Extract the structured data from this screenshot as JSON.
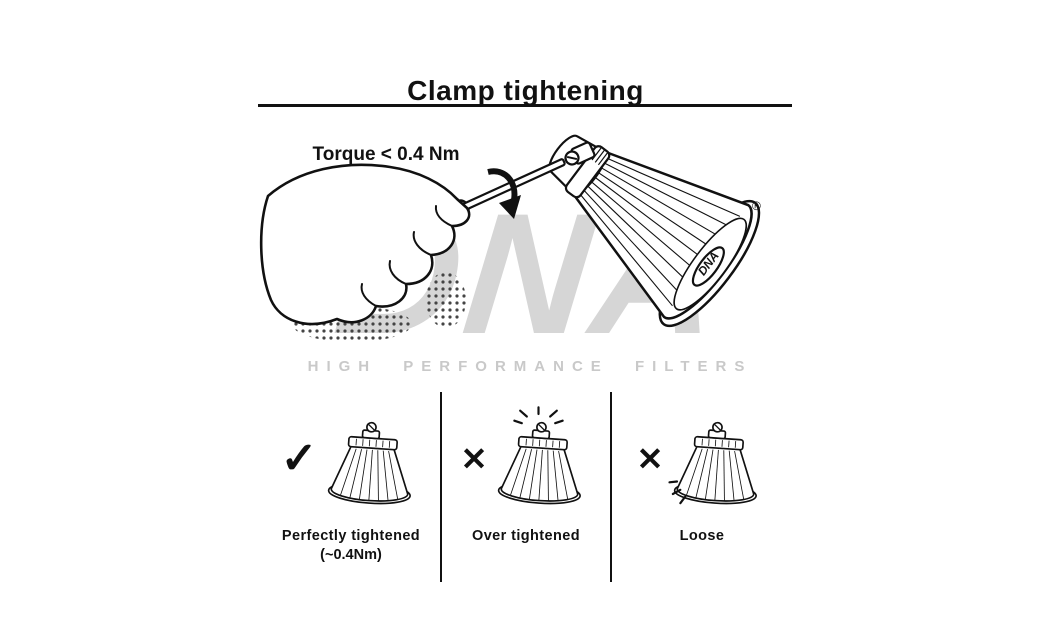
{
  "title": "Clamp tightening",
  "instruction": {
    "torque_label": "Torque < 0.4 Nm"
  },
  "watermark": {
    "logo": "DNA",
    "tagline": "HIGH PERFORMANCE FILTERS"
  },
  "filter_logo": {
    "text": "DNA",
    "registered": "®"
  },
  "icons": {
    "check": "✓",
    "cross": "✕"
  },
  "panels": [
    {
      "label": "Perfectly tightened",
      "sublabel": "(~0.4Nm)",
      "status": "check"
    },
    {
      "label": "Over tightened",
      "sublabel": "",
      "status": "cross"
    },
    {
      "label": "Loose",
      "sublabel": "",
      "status": "cross"
    }
  ],
  "colors": {
    "ink": "#111111",
    "watermark_gray": "#d6d6d6",
    "tagline_gray": "#c9c9c9"
  }
}
